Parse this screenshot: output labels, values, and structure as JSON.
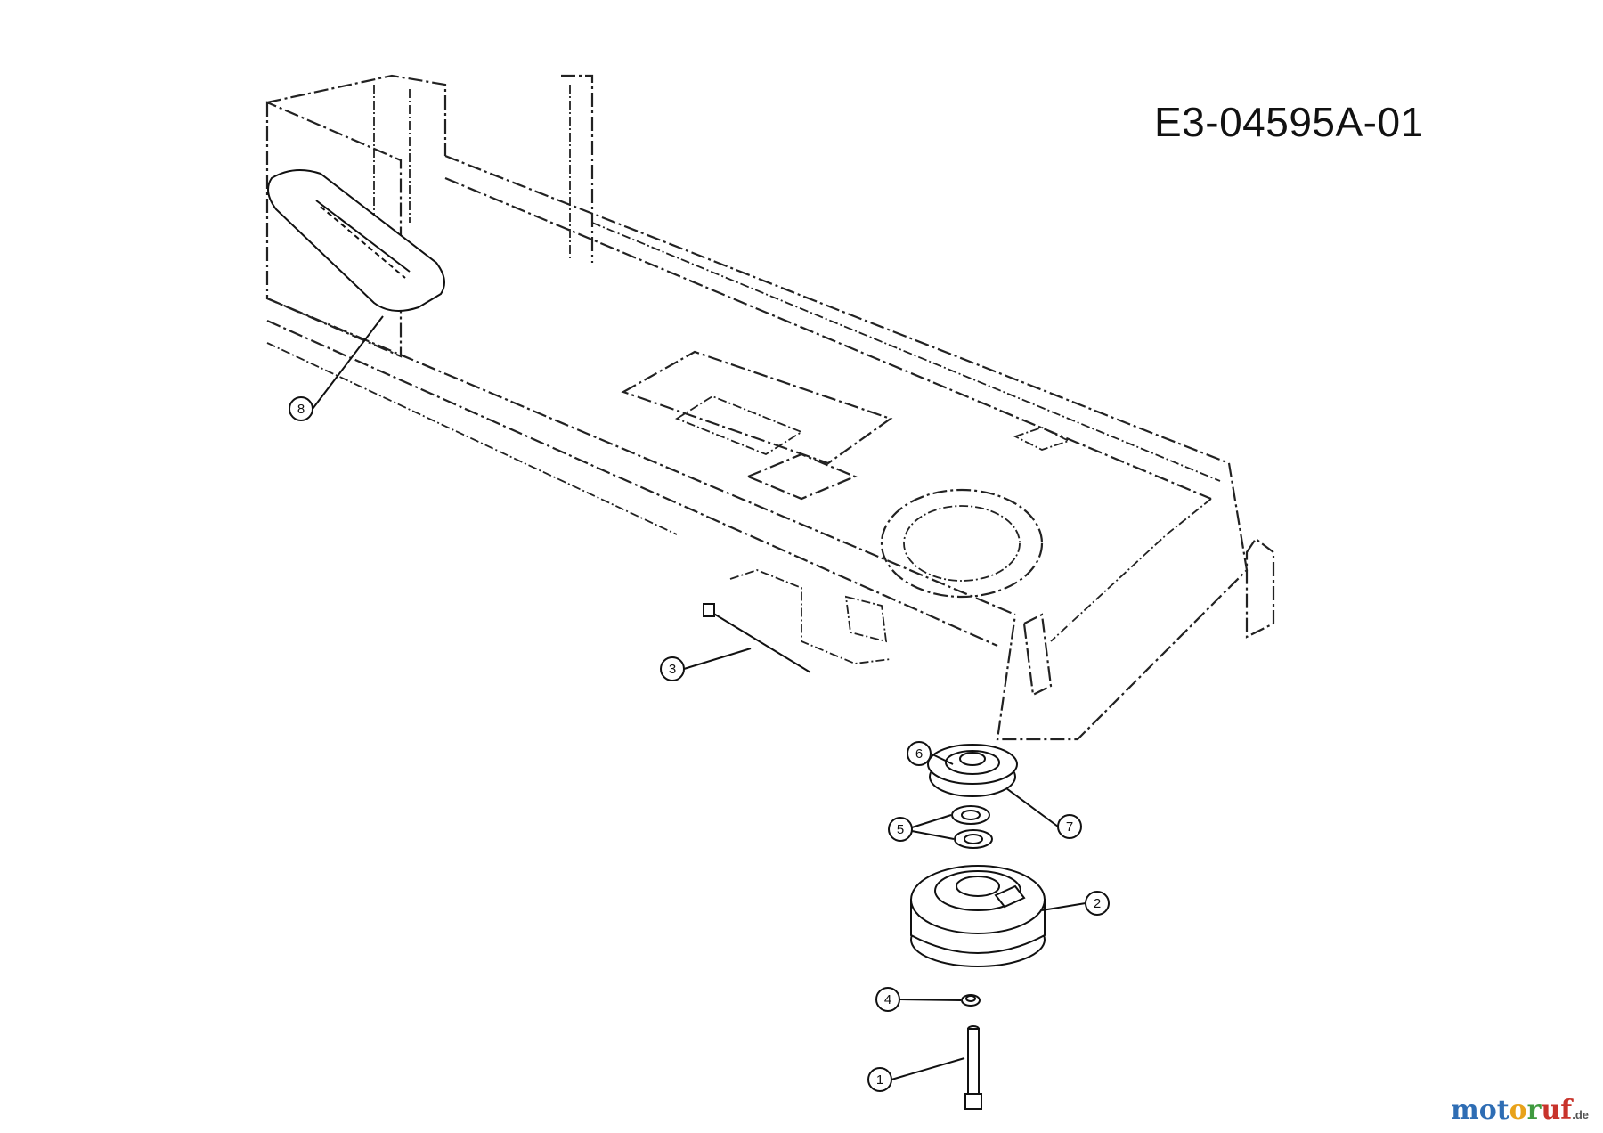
{
  "drawing_code": "E3-04595A-01",
  "callouts": [
    "1",
    "2",
    "3",
    "4",
    "5",
    "6",
    "7",
    "8"
  ],
  "watermark": {
    "letters": [
      {
        "ch": "m",
        "color": "#2e6db4"
      },
      {
        "ch": "o",
        "color": "#2e6db4"
      },
      {
        "ch": "t",
        "color": "#2e6db4"
      },
      {
        "ch": "o",
        "color": "#e8a21a"
      },
      {
        "ch": "r",
        "color": "#3f9a3f"
      },
      {
        "ch": "u",
        "color": "#c8332b"
      },
      {
        "ch": "f",
        "color": "#c8332b"
      }
    ],
    "suffix": ".de"
  }
}
